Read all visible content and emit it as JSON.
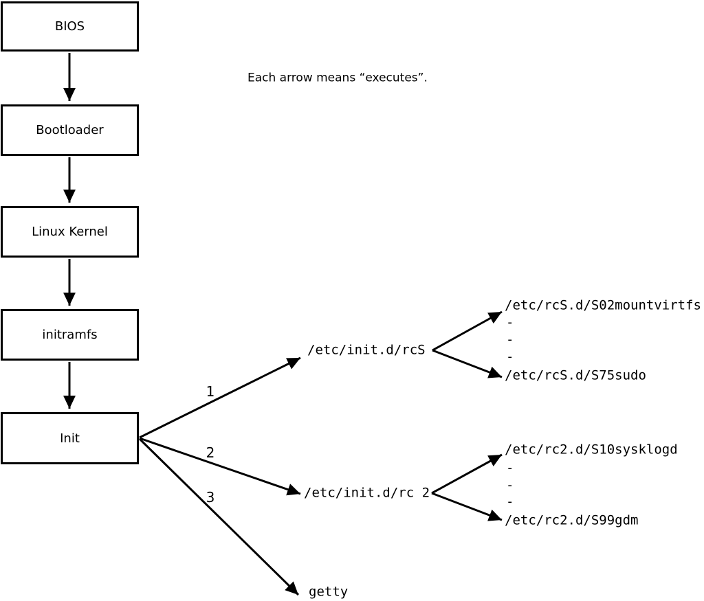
{
  "note": "Each arrow means “executes”.",
  "chain": [
    {
      "label": "BIOS"
    },
    {
      "label": "Bootloader"
    },
    {
      "label": "Linux Kernel"
    },
    {
      "label": "initramfs"
    },
    {
      "label": "Init"
    }
  ],
  "branches": [
    {
      "number": "1",
      "target": "/etc/init.d/rcS"
    },
    {
      "number": "2",
      "target": "/etc/init.d/rc 2"
    },
    {
      "number": "3",
      "target": "getty"
    }
  ],
  "rcS_dir": {
    "first": "/etc/rcS.d/S02mountvirtfs",
    "dash": "-",
    "last": "/etc/rcS.d/S75sudo"
  },
  "rc2_dir": {
    "first": "/etc/rc2.d/S10sysklogd",
    "dash": "-",
    "last": "/etc/rc2.d/S99gdm"
  },
  "colors": {
    "line": "#000000",
    "background": "#ffffff"
  }
}
